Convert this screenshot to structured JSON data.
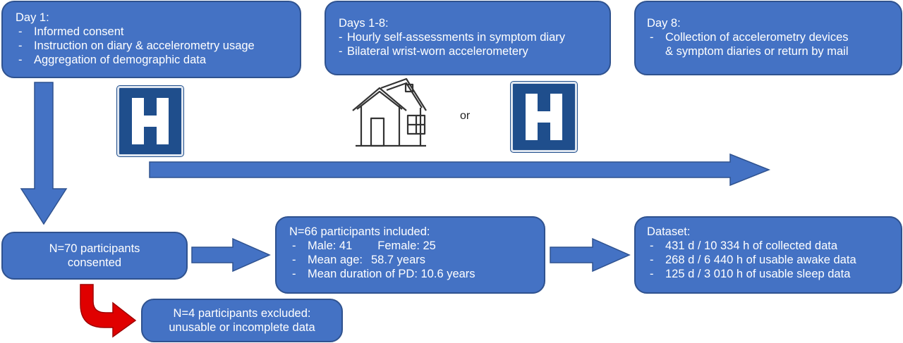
{
  "day1": {
    "title": "Day 1:",
    "items": [
      "Informed  consent",
      "Instruction on diary & accelerometry usage",
      "Aggregation of demographic data"
    ]
  },
  "days1_8": {
    "title": "Days 1-8:",
    "items": [
      "Hourly self-assessments in symptom diary",
      "Bilateral wrist-worn accelerometery"
    ]
  },
  "day8": {
    "title": "Day 8:",
    "lines": [
      "Collection  of  accelerometry  devices",
      "& symptom diaries or return by mail"
    ]
  },
  "or_label": "or",
  "consented": {
    "lines": [
      "N=70 participants",
      "consented"
    ]
  },
  "included": {
    "title": "N=66 participants included:",
    "male": "Male: 41",
    "female": "Female: 25",
    "mean_age_label": "Mean age:",
    "mean_age_value": "58.7 years",
    "duration": "Mean duration of PD: 10.6 years"
  },
  "excluded": {
    "lines": [
      "N=4 participants excluded:",
      "unusable or incomplete data"
    ]
  },
  "dataset": {
    "title": "Dataset:",
    "items": [
      "431 d / 10 334 h of collected data",
      "268 d / 6 440 h of usable awake data",
      "125 d / 3 010 h of usable sleep data"
    ]
  },
  "colors": {
    "box_fill": "#4472c4",
    "box_border": "#2f528f",
    "hospital": "#1f4e8c",
    "exclude_arrow": "#e00000"
  },
  "icons": [
    "hospital-sign-icon",
    "house-icon",
    "arrow-icon"
  ]
}
